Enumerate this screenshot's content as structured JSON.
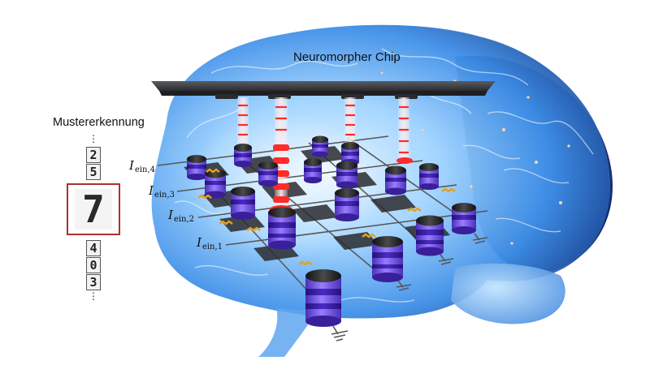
{
  "chip_title": "Neuromorpher Chip",
  "pattern_title": "Mustererkennung",
  "input_currents": [
    {
      "symbol": "I",
      "subscript": "ein,4"
    },
    {
      "symbol": "I",
      "subscript": "ein,3"
    },
    {
      "symbol": "I",
      "subscript": "ein,2"
    },
    {
      "symbol": "I",
      "subscript": "ein,1"
    }
  ],
  "digits_above": [
    "2",
    "5"
  ],
  "highlighted_digit": "7",
  "digits_below": [
    "4",
    "0",
    "3"
  ],
  "ellipsis": "⋮",
  "colors": {
    "brain_glow": "#4fb0ff",
    "brain_dark": "#1a3e88",
    "chip_plate": "#3b3d42",
    "cell_body": "#7a58e0",
    "cell_band": "#3a1f9a",
    "laser": "#ff2a2a",
    "wire_gold": "#e3a21a",
    "highlight_frame": "#b03030"
  }
}
